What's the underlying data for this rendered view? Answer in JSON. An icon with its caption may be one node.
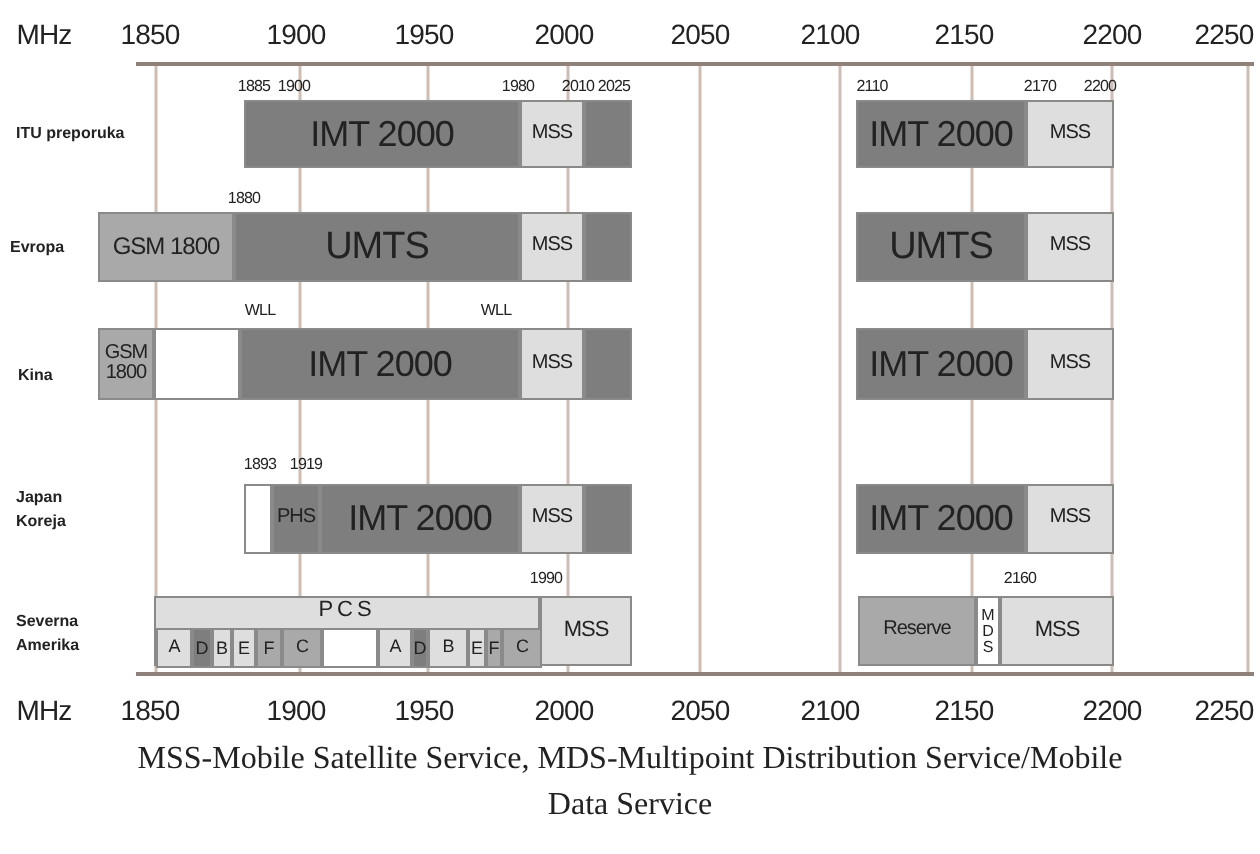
{
  "diagram": {
    "caption": "MSS-Mobile Satellite Service, MDS-Multipoint Distribution Service/Mobile Data Service",
    "nodes": [
      {
        "text": [
          "IMT 2000"
        ]
      },
      {
        "text": [
          "MSS"
        ]
      },
      {
        "text": [],
        "shape": "bar"
      },
      {
        "text": [
          "IMT 2000"
        ]
      },
      {
        "text": [
          "MSS"
        ]
      },
      {
        "text": [
          "GSM 1800"
        ]
      },
      {
        "text": [
          "UMTS"
        ]
      },
      {
        "text": [
          "MSS"
        ]
      },
      {
        "text": [],
        "shape": "bar"
      },
      {
        "text": [
          "UMTS"
        ]
      },
      {
        "text": [
          "MSS"
        ]
      },
      {
        "text": [
          "GSM 1800"
        ]
      },
      {
        "text": [],
        "shape": "bar"
      },
      {
        "text": [
          "IMT 2000"
        ]
      },
      {
        "text": [
          "MSS"
        ]
      },
      {
        "text": [],
        "shape": "bar"
      },
      {
        "text": [
          "IMT 2000"
        ]
      },
      {
        "text": [
          "MSS"
        ]
      },
      {
        "text": [],
        "shape": "bar"
      },
      {
        "text": [
          "PHS"
        ]
      },
      {
        "text": [
          "IMT 2000"
        ]
      },
      {
        "text": [
          "MSS"
        ]
      },
      {
        "text": [],
        "shape": "bar"
      },
      {
        "text": [
          "IMT 2000"
        ]
      },
      {
        "text": [
          "MSS"
        ]
      },
      {
        "text": [
          "PCS"
        ]
      },
      {
        "text": [
          "A"
        ],
        "in": 25
      },
      {
        "text": [
          "D"
        ],
        "in": 25
      },
      {
        "text": [
          "B"
        ],
        "in": 25
      },
      {
        "text": [
          "E"
        ],
        "in": 25
      },
      {
        "text": [
          "F"
        ],
        "in": 25
      },
      {
        "text": [
          "C"
        ],
        "in": 25
      },
      {
        "text": [],
        "shape": "bar",
        "in": 25
      },
      {
        "text": [
          "A"
        ],
        "in": 25
      },
      {
        "text": [
          "D"
        ],
        "in": 25
      },
      {
        "text": [
          "B"
        ],
        "in": 25
      },
      {
        "text": [
          "E"
        ],
        "in": 25
      },
      {
        "text": [
          "F"
        ],
        "in": 25
      },
      {
        "text": [
          "C"
        ],
        "in": 25
      },
      {
        "text": [
          "MSS"
        ]
      },
      {
        "text": [
          "Reserve"
        ]
      },
      {
        "text": [
          "MDS"
        ]
      },
      {
        "text": [
          "MSS"
        ]
      }
    ],
    "labels": [
      "MHz",
      "1850",
      "1900",
      "1950",
      "2000",
      "2050",
      "2100",
      "2150",
      "2200",
      "2250",
      "1885",
      "1900",
      "1980",
      "2010",
      "2025",
      "2110",
      "2170",
      "2200",
      "ITU preporuka",
      "1880",
      "Evropa",
      "WLL",
      "WLL",
      "Kina",
      "1893",
      "1919",
      "Japan Koreja",
      "1990",
      "2160",
      "Severna Amerika",
      "MHz",
      "1850",
      "1900",
      "1950",
      "2000",
      "2050",
      "2100",
      "2150",
      "2200",
      "2250"
    ]
  }
}
